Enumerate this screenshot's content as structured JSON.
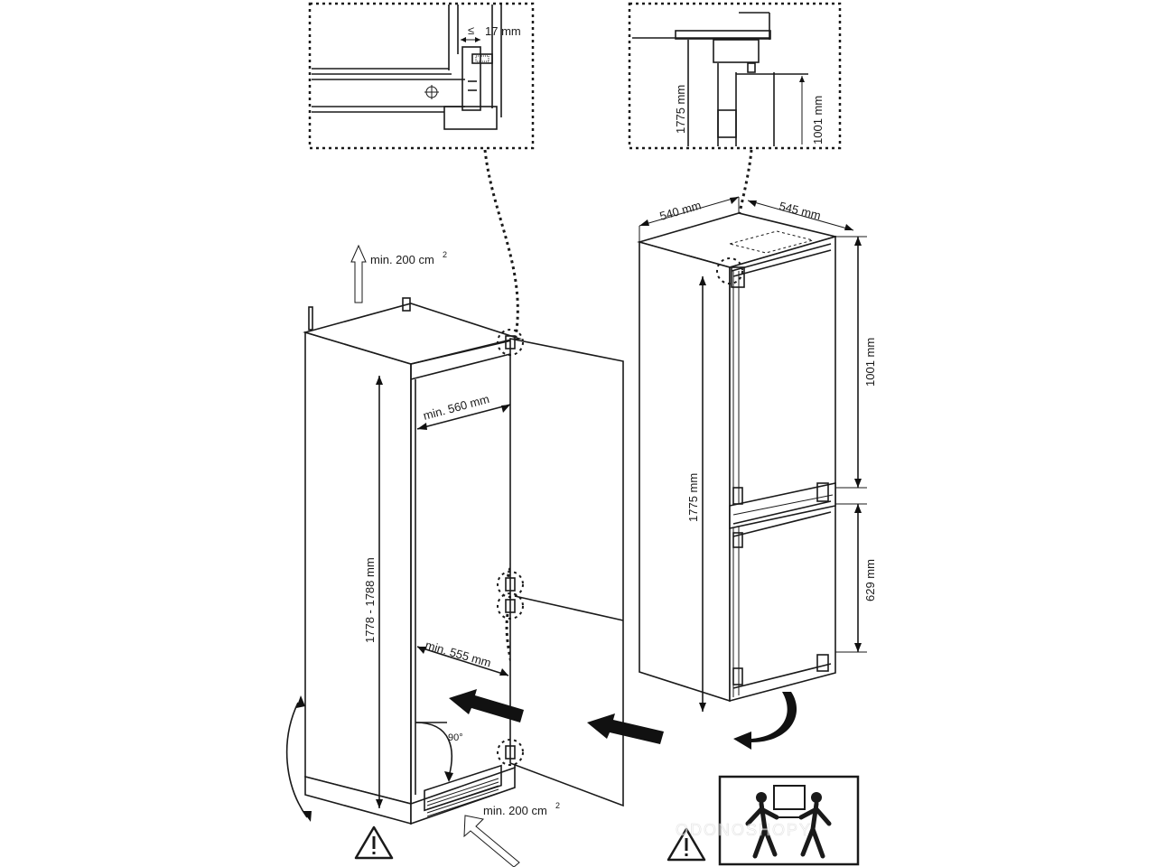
{
  "detail_views": {
    "hinge_detail_label": "17 mm",
    "hinge_detail_symbol": "≤",
    "height_detail_label_1": "1775 mm",
    "height_detail_label_2": "1001 mm"
  },
  "niche": {
    "vent_top_label": "min. 200 cm",
    "vent_top_sup": "2",
    "width_top_label": "min. 560 mm",
    "width_bottom_label": "min. 555 mm",
    "height_label": "1778 - 1788 mm",
    "angle_label": "90°",
    "vent_bottom_label": "min. 200 cm",
    "vent_bottom_sup": "2"
  },
  "appliance": {
    "width_label": "540 mm",
    "depth_label": "545 mm",
    "height_label": "1775 mm",
    "upper_label": "1001 mm",
    "lower_label": "629 mm"
  },
  "watermark": "ODONOSHOPY",
  "icons": [
    "warning-icon",
    "two-person-lift-icon"
  ]
}
